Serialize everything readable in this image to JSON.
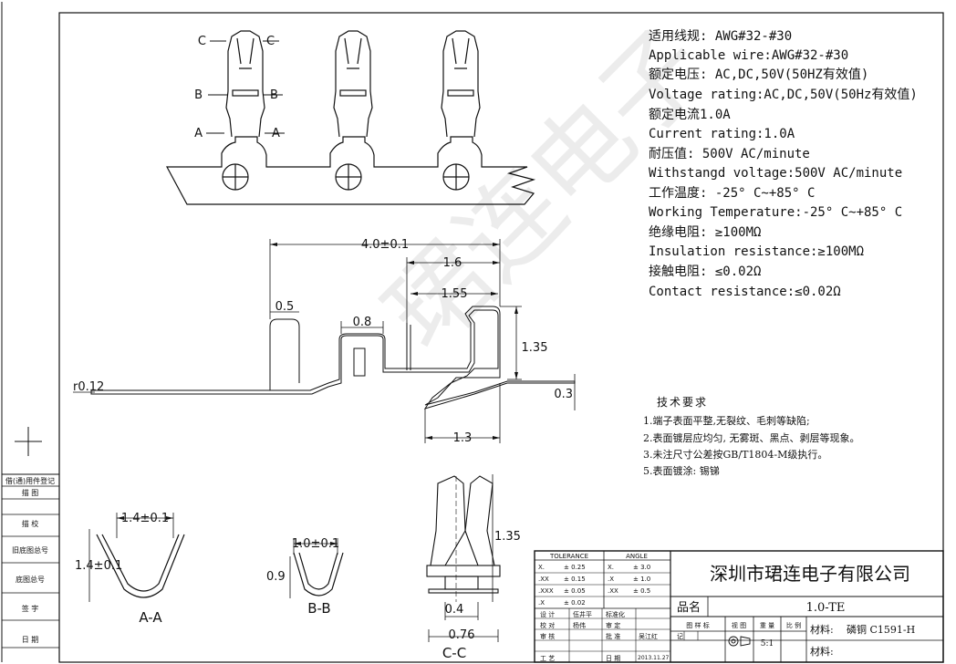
{
  "specs": [
    "适用线规: AWG#32-#30",
    "Applicable wire:AWG#32-#30",
    "额定电压: AC,DC,50V(50HZ有效值)",
    "Voltage rating:AC,DC,50V(50Hz有效值)",
    "额定电流1.0A",
    "Current rating:1.0A",
    "耐压值: 500V AC/minute",
    "Withstangd voltage:500V AC/minute",
    "工作温度: -25° C~+85° C",
    "Working Temperature:-25° C~+85° C",
    "绝缘电阻: ≥100MΩ",
    "Insulation resistance:≥100MΩ",
    "接触电阻: ≤0.02Ω",
    "Contact resistance:≤0.02Ω"
  ],
  "requirements": {
    "title": "技术要求",
    "items": [
      "1.端子表面平整,无裂纹、毛刺等缺陷;",
      "2.表面镀层应均匀, 无雾斑、黑点、剥层等现象。",
      "3.未注尺寸公差按GB/T1804-M级执行。",
      "5.表面镀涂: 锡锑"
    ]
  },
  "dimensions": {
    "length": "4.0±0.1",
    "d16": "1.6",
    "d155": "1.55",
    "d05": "0.5",
    "d08": "0.8",
    "d135": "1.35",
    "r012": "r0.12",
    "d03": "0.3",
    "d13": "1.3",
    "aa_w": "1.4±0.1",
    "aa_h": "1.4±0.1",
    "bb_w": "1.0±0.1",
    "bb_h": "0.9",
    "cc_h": "1.35",
    "cc_w1": "0.4",
    "cc_w2": "0.76"
  },
  "section_labels": {
    "aa": "A-A",
    "bb": "B-B",
    "cc": "C-C",
    "A": "A",
    "B": "B",
    "C": "C"
  },
  "left_column": [
    "借(通)用件登记",
    "描 图",
    "描 校",
    "旧底图总号",
    "底图总号",
    "签 字",
    "日 期"
  ],
  "title_block": {
    "company": "深圳市珺连电子有限公司",
    "part_label": "品名",
    "part_number": "1.0-TE",
    "material_label": "材料:",
    "material_value": "磷铜 C1591-H",
    "material_label2": "材料:",
    "tolerance_header": "TOLERANCE",
    "angle_header": "ANGLE",
    "tolerances": [
      [
        "X.",
        "± 0.25",
        "X.",
        "± 3.0"
      ],
      [
        ".XX",
        "± 0.15",
        ".X",
        "± 1.0"
      ],
      [
        ".XXX",
        "± 0.05",
        ".XX",
        "± 0.5"
      ],
      [
        ".X",
        "± 0.02",
        "",
        ""
      ]
    ],
    "sign_rows": [
      [
        "设 计",
        "伍井平",
        "标准化",
        ""
      ],
      [
        "校 对",
        "杨伟",
        "审 定",
        ""
      ],
      [
        "审 核",
        "",
        "批 准",
        "吴江红"
      ],
      [
        "工 艺",
        "",
        "日 期",
        "2013.11.27"
      ]
    ],
    "header_cells": [
      "图 样 标",
      "视 图",
      "重 量",
      "比 例"
    ],
    "scale": "5:1",
    "mark": "记"
  },
  "watermark": "珺连电子"
}
